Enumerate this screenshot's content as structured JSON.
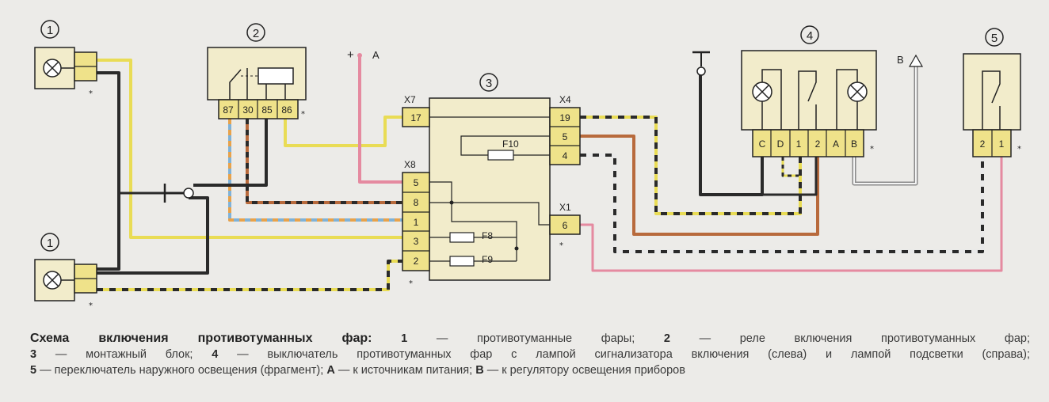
{
  "components": {
    "fog_lamp_top": "1",
    "fog_lamp_bottom": "1",
    "relay": "2",
    "mounting_block": "3",
    "fog_switch": "4",
    "light_switch": "5"
  },
  "relay_pins": [
    "87",
    "30",
    "85",
    "86"
  ],
  "block": {
    "x7_label": "X7",
    "x7_pin": "17",
    "x4_label": "X4",
    "x4_pins": [
      "19",
      "5",
      "4"
    ],
    "x8_label": "X8",
    "x8_pins": [
      "5",
      "8",
      "1",
      "3",
      "2"
    ],
    "x1_label": "X1",
    "x1_pin": "6",
    "fuses": [
      "F10",
      "F8",
      "F9"
    ]
  },
  "switch_pins": [
    "C",
    "D",
    "1",
    "2",
    "A",
    "B"
  ],
  "light_switch_pins": [
    "2",
    "1"
  ],
  "power_label": "+",
  "power_letter": "A",
  "output_letter": "B",
  "caption": {
    "title": "Схема включения противотуманных фар:",
    "items": [
      {
        "num": "1",
        "text": " — противотуманные фары; "
      },
      {
        "num": "2",
        "text": " — реле включения противотуманных фар;"
      },
      {
        "num": "3",
        "text": " — монтажный блок; "
      },
      {
        "num": "4",
        "text": " — выключатель противотуманных фар с лампой сигнализатора включения (слева) и лампой подсветки (справа);"
      },
      {
        "num": "5",
        "text": " — переключатель наружного освещения (фрагмент); "
      },
      {
        "num": "A",
        "text": " — к источникам питания; "
      },
      {
        "num": "B",
        "text": " — к регулятору освещения приборов"
      }
    ]
  },
  "colors": {
    "connector": "#efe28a",
    "box": "#f2eccb",
    "wire_yellow": "#e9dc55",
    "wire_black": "#2a2a2a",
    "wire_pink": "#e58aa0",
    "wire_brown": "#b86a3c",
    "wire_blue": "#7fb2d8",
    "wire_grey": "#8a8a8a"
  }
}
